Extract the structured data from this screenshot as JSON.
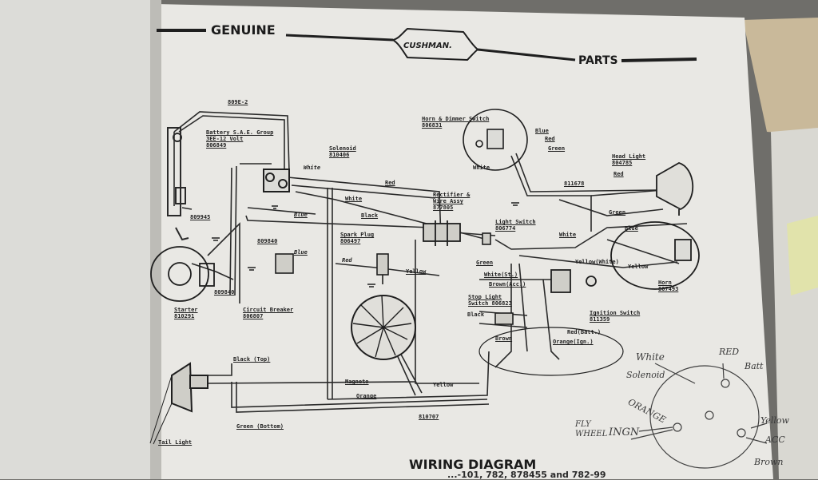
{
  "header": {
    "genuine": "GENUINE",
    "brand": "CUSHMAN.",
    "parts": "PARTS"
  },
  "footer": {
    "title": "WIRING DIAGRAM",
    "models": "...-101, 782, 878455 and 782-99"
  },
  "labels": {
    "cable_top": "809E-2",
    "battery": [
      "Battery S.A.E. Group",
      "3EE-12 Volt",
      "806849"
    ],
    "solenoid": [
      "Solenoid",
      "810406"
    ],
    "white_near_solenoid": "White",
    "horn_dimmer_switch": [
      "Horn & Dimmer Switch",
      "806831"
    ],
    "blue_top": "Blue",
    "red_top": "Red",
    "green_top": "Green",
    "white_switch": "White",
    "head_light": [
      "Head Light",
      "804785"
    ],
    "red_headlight": "Red",
    "wire_811678": "811678",
    "red_main": "Red",
    "white_main": "White",
    "rectifier": [
      "Rectifier &",
      "Wire Assy",
      "877805"
    ],
    "wire_809945": "809945",
    "blue_main": "Blue",
    "black_main": "Black",
    "light_switch": [
      "Light Switch",
      "806774"
    ],
    "white_light": "White",
    "green_headlight": "Green",
    "blue_headlight": "Blue",
    "wire_809840_a": "809840",
    "spark_plug": [
      "Spark Plug",
      "806497"
    ],
    "blue_cb": "Blue",
    "red_cb": "Red",
    "yellow_mid": "Yellow",
    "green_mid": "Green",
    "yellow_white": "Yellow(White)",
    "yellow_right": "Yellow",
    "white_st": "White(St.)",
    "brown_acc": "Brown(Acc.)",
    "horn": [
      "Horn",
      "807493"
    ],
    "wire_809840_b": "809840",
    "starter": [
      "Starter",
      "810291"
    ],
    "circuit_breaker": [
      "Circuit Breaker",
      "806807"
    ],
    "stop_light_switch": [
      "Stop Light",
      "Switch 806823"
    ],
    "ignition_switch": [
      "Ignition Switch",
      "811359"
    ],
    "black_stop": "Black",
    "brown_stop": "Brown",
    "red_batt": "Red(Batt.)",
    "orange_ign": "Orange(Ign.)",
    "black_top": "Black (Top)",
    "magneto": "Magneto",
    "yellow_low": "Yellow",
    "orange_low": "Orange",
    "wire_810707": "810707",
    "green_bottom": "Green (Bottom)",
    "tail_light": "Tail Light"
  },
  "handwriting": {
    "white": "White",
    "solenoid": "Solenoid",
    "red": "RED",
    "batt": "Batt",
    "orange": "ORANGE",
    "ingn": "INGN",
    "fly_wheel": "FLY WHEEL",
    "yellow": "Yellow",
    "acc": "ACC",
    "brown": "Brown"
  },
  "colors": {
    "paper": "#e9e8e4",
    "ink": "#1f1f1f",
    "pencil": "#3a3a3a",
    "background": "#6f6e6a"
  }
}
